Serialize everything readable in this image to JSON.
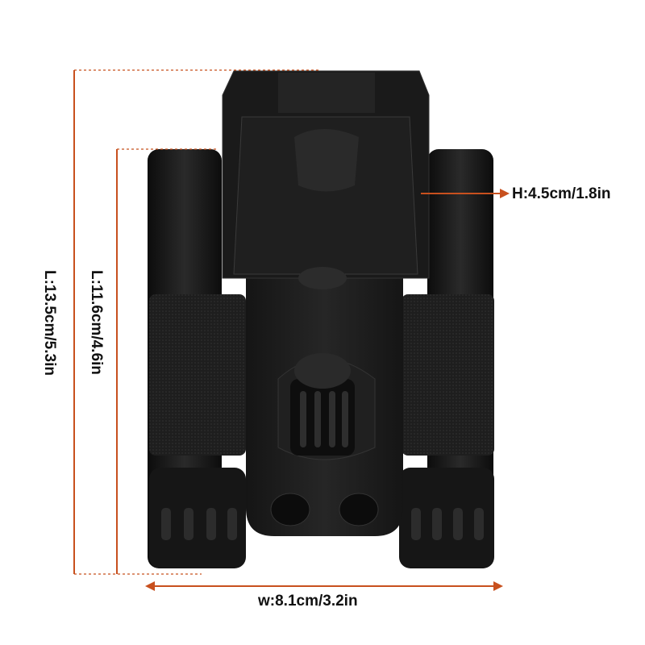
{
  "dimensions": {
    "total_length": "L:13.5cm/5.3in",
    "body_length": "L:11.6cm/4.6in",
    "height": "H:4.5cm/1.8in",
    "width": "w:8.1cm/3.2in"
  },
  "colors": {
    "dimension_line": "#c8501e",
    "product_body": "#1c1c1c",
    "background": "#ffffff"
  },
  "product": "digital-binocular-camera"
}
